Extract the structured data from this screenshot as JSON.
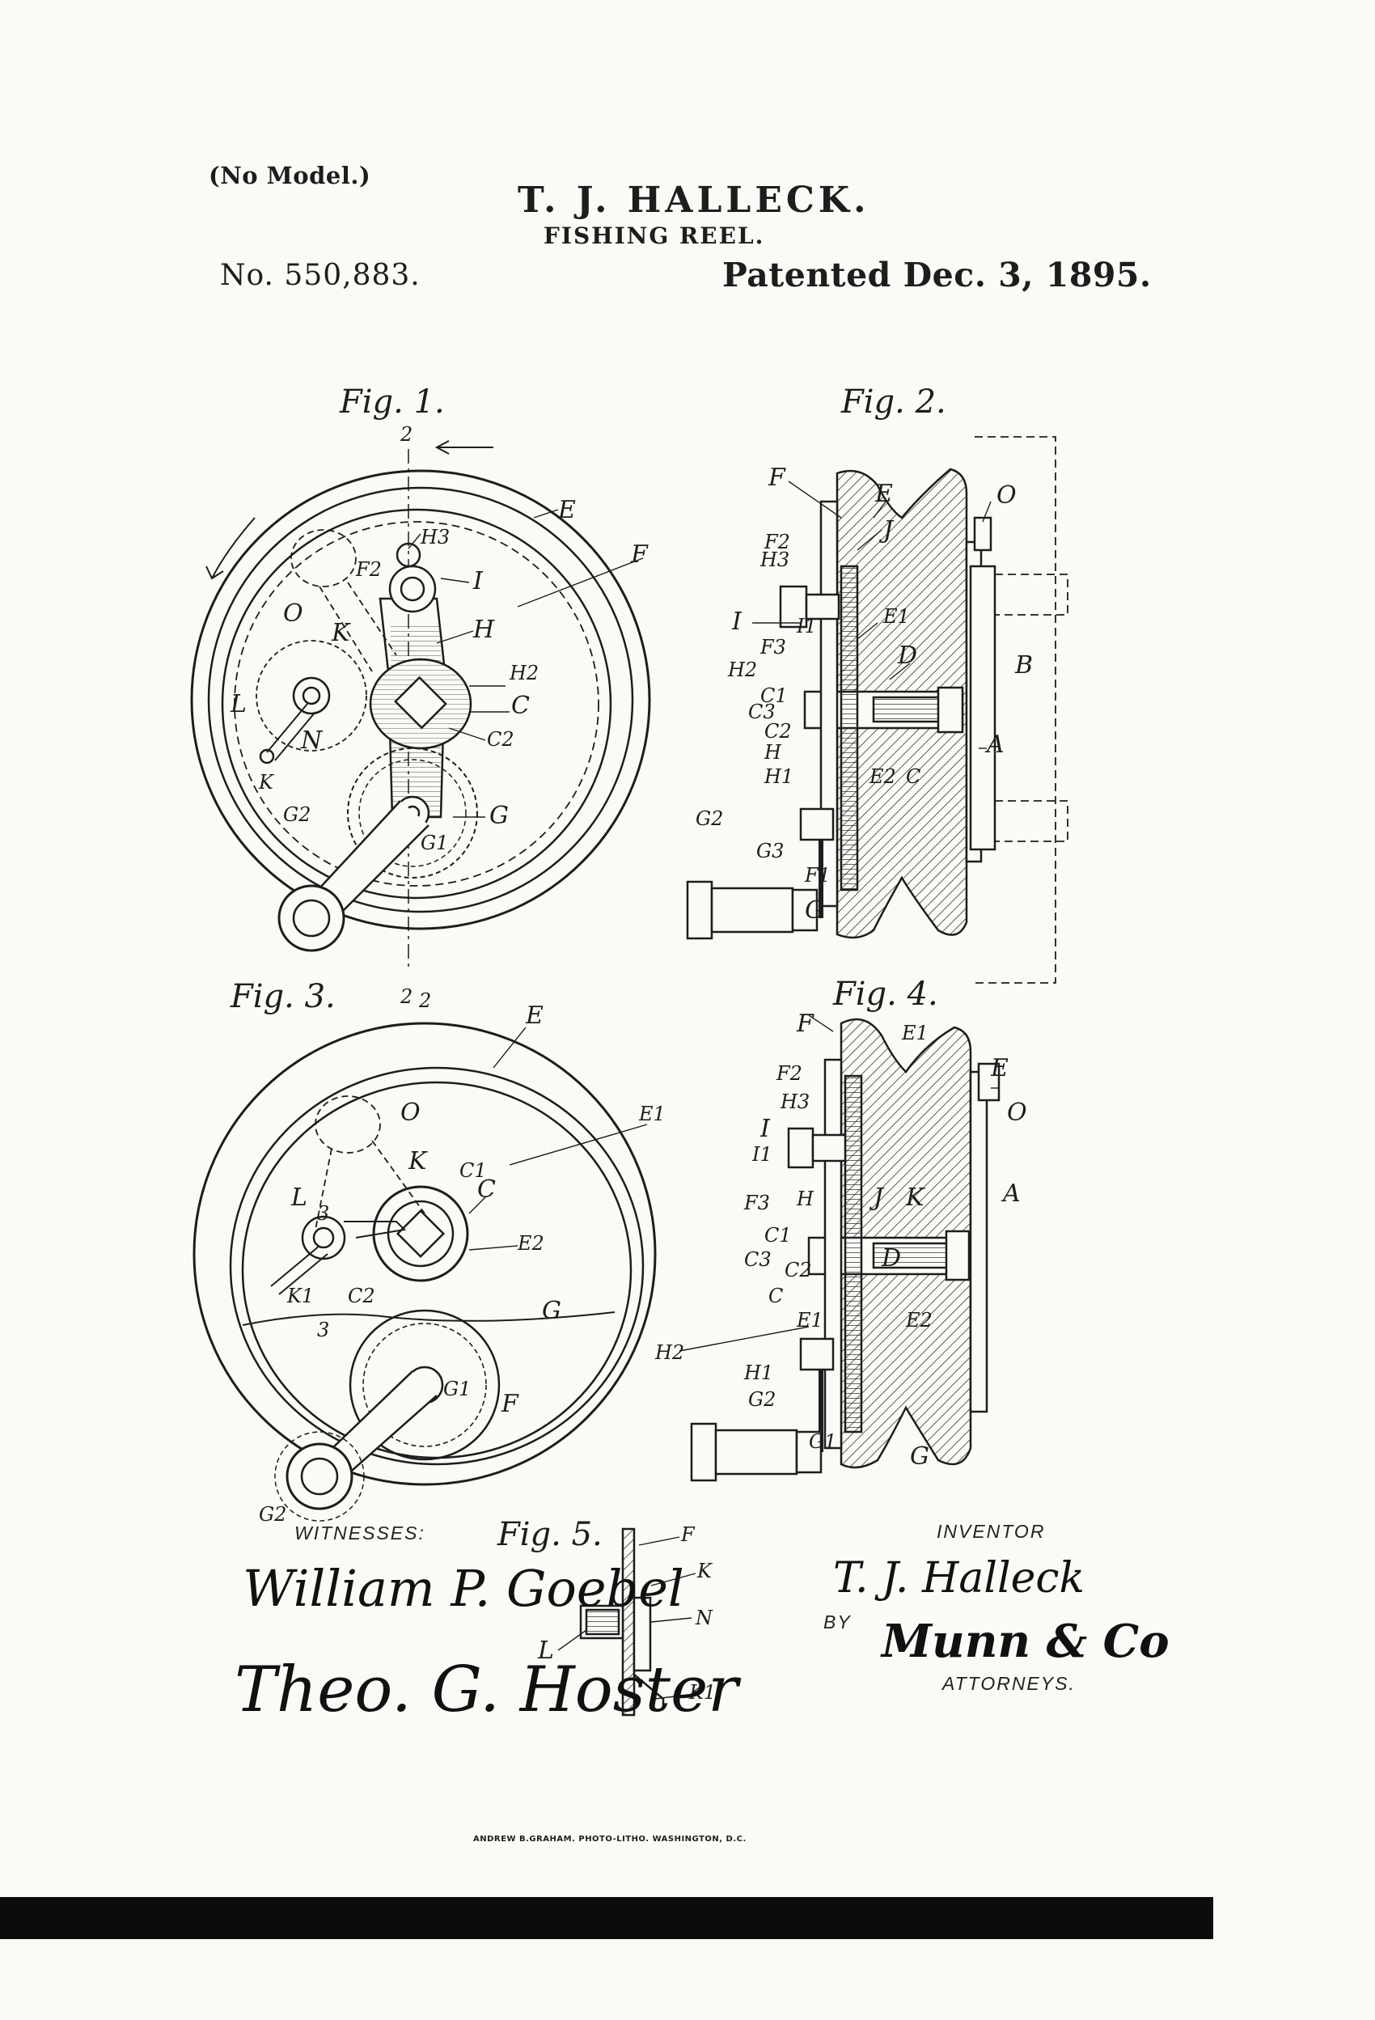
{
  "header": {
    "no_model": "(No Model.)",
    "inventor": "T. J. HALLECK.",
    "title": "FISHING REEL.",
    "patent_number": "No. 550,883.",
    "patent_date": "Patented Dec. 3, 1895."
  },
  "figures": {
    "fig1": {
      "caption": "Fig. 1.",
      "labels": [
        "2",
        "E",
        "H3",
        "F2",
        "I",
        "F",
        "O",
        "K",
        "H",
        "H2",
        "C",
        "L",
        "N",
        "C2",
        "K",
        "G2",
        "G",
        "G1",
        "2"
      ]
    },
    "fig2": {
      "caption": "Fig. 2.",
      "labels": [
        "F",
        "E",
        "O",
        "F2",
        "H3",
        "J",
        "I",
        "I1",
        "F3",
        "E1",
        "H2",
        "D",
        "C1",
        "C3",
        "B",
        "C2",
        "H",
        "E2",
        "C",
        "A",
        "H1",
        "G2",
        "G3",
        "F1",
        "G"
      ]
    },
    "fig3": {
      "caption": "Fig. 3.",
      "labels": [
        "2",
        "E",
        "O",
        "E1",
        "K",
        "C1",
        "C",
        "L",
        "E2",
        "K1",
        "C2",
        "G",
        "F",
        "G1",
        "3",
        "3",
        "G2"
      ]
    },
    "fig4": {
      "caption": "Fig. 4.",
      "labels": [
        "F",
        "E1",
        "F2",
        "E",
        "H3",
        "O",
        "I",
        "I1",
        "F3",
        "H",
        "J",
        "K",
        "A",
        "C1",
        "C3",
        "C2",
        "D",
        "C",
        "E2",
        "E1",
        "H2",
        "H1",
        "G2",
        "G1",
        "G"
      ]
    },
    "fig5": {
      "caption": "Fig. 5.",
      "labels": [
        "F",
        "K",
        "N",
        "L",
        "K1"
      ]
    }
  },
  "signatures": {
    "witnesses_caption": "WITNESSES:",
    "witness_1": "William P. Goebel",
    "witness_2": "Theo. G. Hoster",
    "inventor_caption": "INVENTOR",
    "inventor_signature": "T. J. Halleck",
    "by": "BY",
    "attorney_signature": "Munn & Co",
    "attorneys_caption": "ATTORNEYS."
  },
  "footer": {
    "printer": "ANDREW B.GRAHAM. PHOTO-LITHO. WASHINGTON, D.C."
  }
}
